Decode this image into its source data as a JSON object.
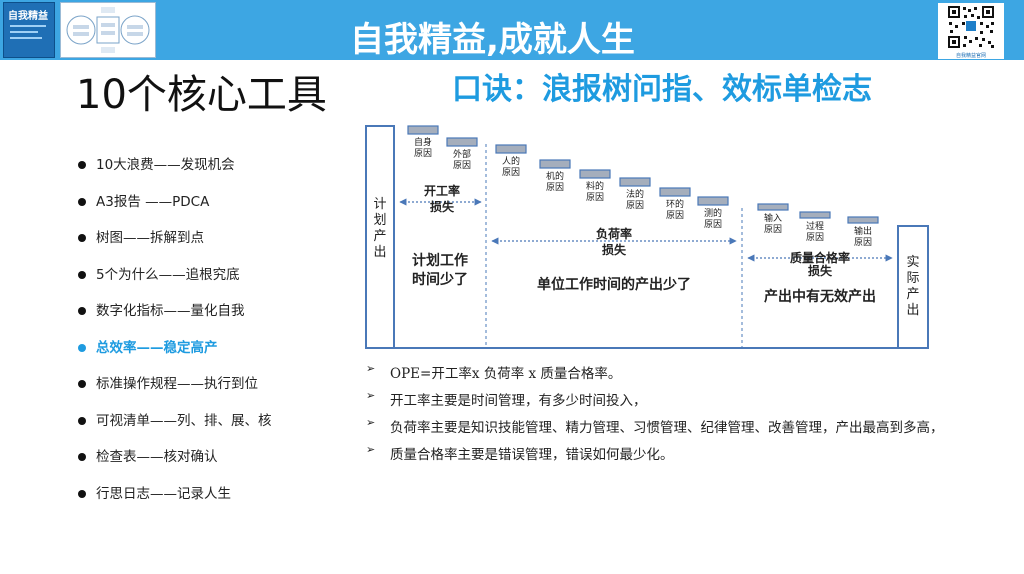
{
  "header": {
    "title": "自我精益,成就人生",
    "book_title": "自我精益",
    "qr_caption": "自我精益官网"
  },
  "slide": {
    "title": "10个核心工具",
    "motto": "口诀：浪报树问指、效标单检志"
  },
  "tools": [
    {
      "label": "10大浪费——发现机会",
      "active": false
    },
    {
      "label": "A3报告 ——PDCA",
      "active": false
    },
    {
      "label": "树图——拆解到点",
      "active": false
    },
    {
      "label": "5个为什么——追根究底",
      "active": false
    },
    {
      "label": "数字化指标——量化自我",
      "active": false
    },
    {
      "label": "总效率——稳定高产",
      "active": true
    },
    {
      "label": "标准操作规程——执行到位",
      "active": false
    },
    {
      "label": "可视清单——列、排、展、核",
      "active": false
    },
    {
      "label": "检查表——核对确认",
      "active": false
    },
    {
      "label": "行思日志——记录人生",
      "active": false
    }
  ],
  "diagram": {
    "planned_output": "计划产出",
    "actual_output": "实际产出",
    "uptime_loss": {
      "label_line1": "开工率",
      "label_line2": "损失",
      "result_line1": "计划工作",
      "result_line2": "时间少了"
    },
    "load_loss": {
      "label_line1": "负荷率",
      "label_line2": "损失",
      "result": "单位工作时间的产出少了"
    },
    "quality_loss": {
      "label_line1": "质量合格率",
      "label_line2": "损失",
      "result": "产出中有无效产出"
    },
    "causes_uptime": [
      {
        "line1": "自身",
        "line2": "原因"
      },
      {
        "line1": "外部",
        "line2": "原因"
      }
    ],
    "causes_load": [
      {
        "line1": "人的",
        "line2": "原因"
      },
      {
        "line1": "机的",
        "line2": "原因"
      },
      {
        "line1": "料的",
        "line2": "原因"
      },
      {
        "line1": "法的",
        "line2": "原因"
      },
      {
        "line1": "环的",
        "line2": "原因"
      },
      {
        "line1": "测的",
        "line2": "原因"
      }
    ],
    "causes_quality": [
      {
        "line1": "输入",
        "line2": "原因"
      },
      {
        "line1": "过程",
        "line2": "原因"
      },
      {
        "line1": "输出",
        "line2": "原因"
      }
    ]
  },
  "notes": [
    "OPE=开工率x 负荷率 x 质量合格率。",
    "开工率主要是时间管理，有多少时间投入，",
    "负荷率主要是知识技能管理、精力管理、习惯管理、纪律管理、改善管理，产出最高到多高，",
    "质量合格率主要是错误管理，错误如何最少化。"
  ],
  "colors": {
    "header_bg": "#3da6e3",
    "accent": "#1e9be0",
    "frame_blue": "#4a78b8",
    "block_fill": "#a5aebc"
  }
}
